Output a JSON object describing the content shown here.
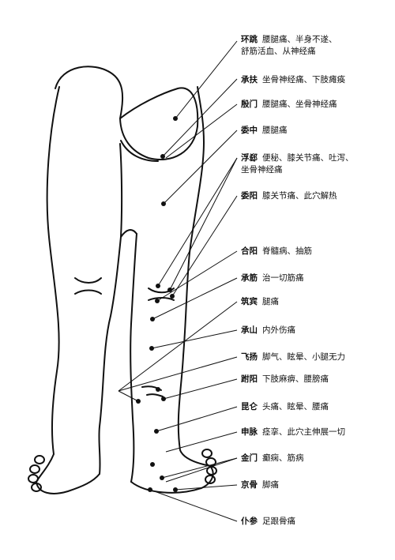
{
  "acupoints": [
    {
      "name": "环跳",
      "desc": "腰腿痛、半身不遂、",
      "desc2": "舒筋活血、从神经痛"
    },
    {
      "name": "承扶",
      "desc": "坐骨神经痛、下肢瘫痪"
    },
    {
      "name": "殷门",
      "desc": "腰腿痛、坐骨神经痛"
    },
    {
      "name": "委中",
      "desc": "腰腿痛"
    },
    {
      "name": "浮郄",
      "desc": "便秘、膝关节痛、吐泻、",
      "desc2": "坐骨神经痛"
    },
    {
      "name": "委阳",
      "desc": "膝关节痛、此穴解热"
    },
    {
      "name": "合阳",
      "desc": "脊髓病、抽筋"
    },
    {
      "name": "承筋",
      "desc": "治一切筋痛"
    },
    {
      "name": "筑宾",
      "desc": "腿痛"
    },
    {
      "name": "承山",
      "desc": "内外伤痛"
    },
    {
      "name": "飞扬",
      "desc": "脚气、眩晕、小腿无力"
    },
    {
      "name": "跗阳",
      "desc": "下肢麻痹、腰膀痛"
    },
    {
      "name": "昆仑",
      "desc": "头痛、眩晕、腰痛"
    },
    {
      "name": "申脉",
      "desc": "痉挛、此穴主伸展一切"
    },
    {
      "name": "金门",
      "desc": "癫痫、筋病"
    },
    {
      "name": "京骨",
      "desc": "脚痛"
    },
    {
      "name": "仆参",
      "desc": "足跟骨痛"
    }
  ]
}
